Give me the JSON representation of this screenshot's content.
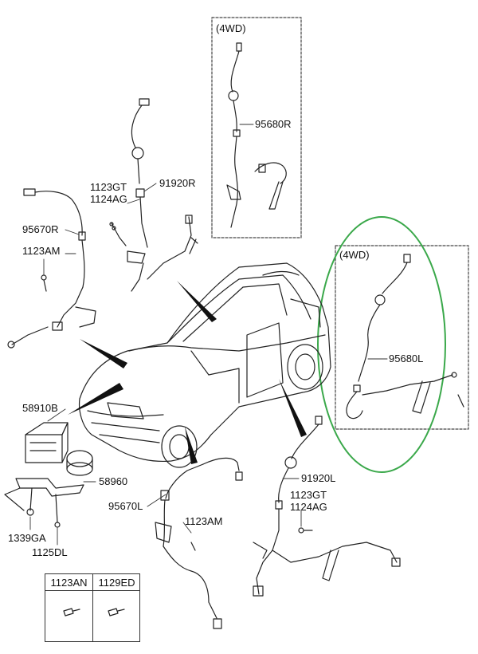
{
  "box_4wd_rear_title": "(4WD)",
  "box_4wd_right_title": "(4WD)",
  "labels": {
    "p95680R": "95680R",
    "p91920R": "91920R",
    "p1123GT_top": "1123GT",
    "p1124AG_top": "1124AG",
    "p95670R": "95670R",
    "p1123AM_top": "1123AM",
    "p95680L": "95680L",
    "p58910B": "58910B",
    "p58960": "58960",
    "p95670L": "95670L",
    "p1123AM_bottom": "1123AM",
    "p91920L": "91920L",
    "p1123GT_bottom": "1123GT",
    "p1124AG_bottom": "1124AG",
    "p1339GA": "1339GA",
    "p1125DL": "1125DL"
  },
  "legend": {
    "col1": "1123AN",
    "col2": "1129ED"
  },
  "highlight_color": "#3aa84a",
  "line_color": "#222222"
}
